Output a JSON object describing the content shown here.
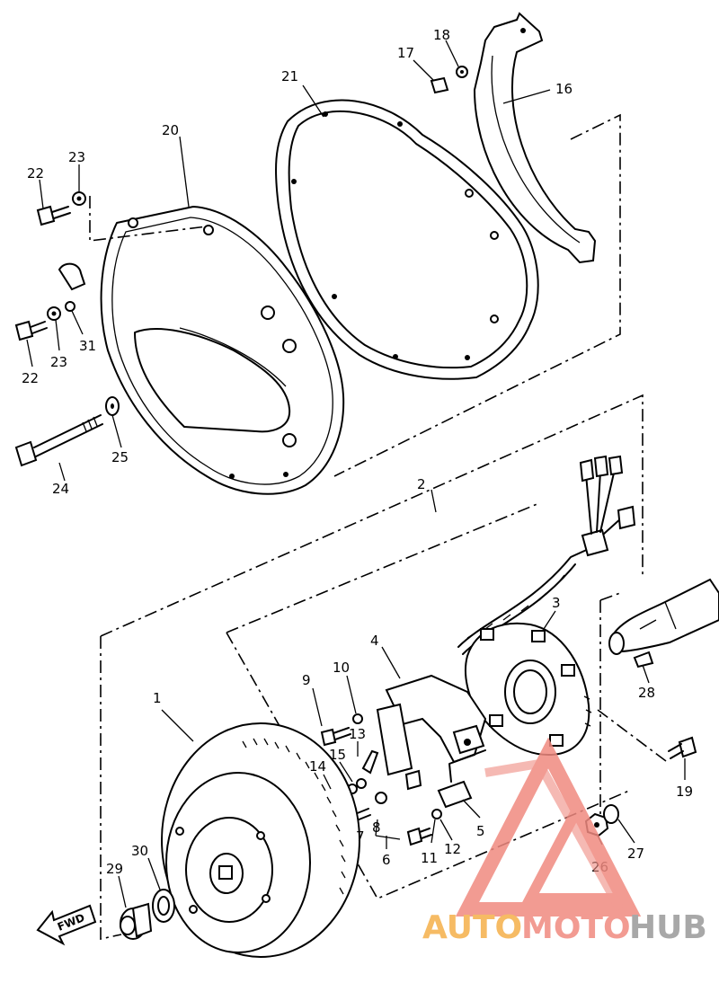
{
  "diagram": {
    "labels": {
      "p1": "1",
      "p2": "2",
      "p3": "3",
      "p4": "4",
      "p5": "5",
      "p6": "6",
      "p7": "7",
      "p8": "8",
      "p9": "9",
      "p10": "10",
      "p11": "11",
      "p12": "12",
      "p13": "13",
      "p14": "14",
      "p15": "15",
      "p16": "16",
      "p17": "17",
      "p18": "18",
      "p19": "19",
      "p20": "20",
      "p21": "21",
      "p22a": "22",
      "p22b": "22",
      "p23a": "23",
      "p23b": "23",
      "p24": "24",
      "p25": "25",
      "p26": "26",
      "p27": "27",
      "p28": "28",
      "p29": "29",
      "p30": "30",
      "p31": "31"
    },
    "fwd_arrow": "FWD"
  },
  "watermark": {
    "part1": "AUTO",
    "part2": "MOTO",
    "part3": "HUB",
    "colors": {
      "red": "#f08a80",
      "orange": "#f5b04a",
      "gray": "#9a9a9a"
    }
  }
}
